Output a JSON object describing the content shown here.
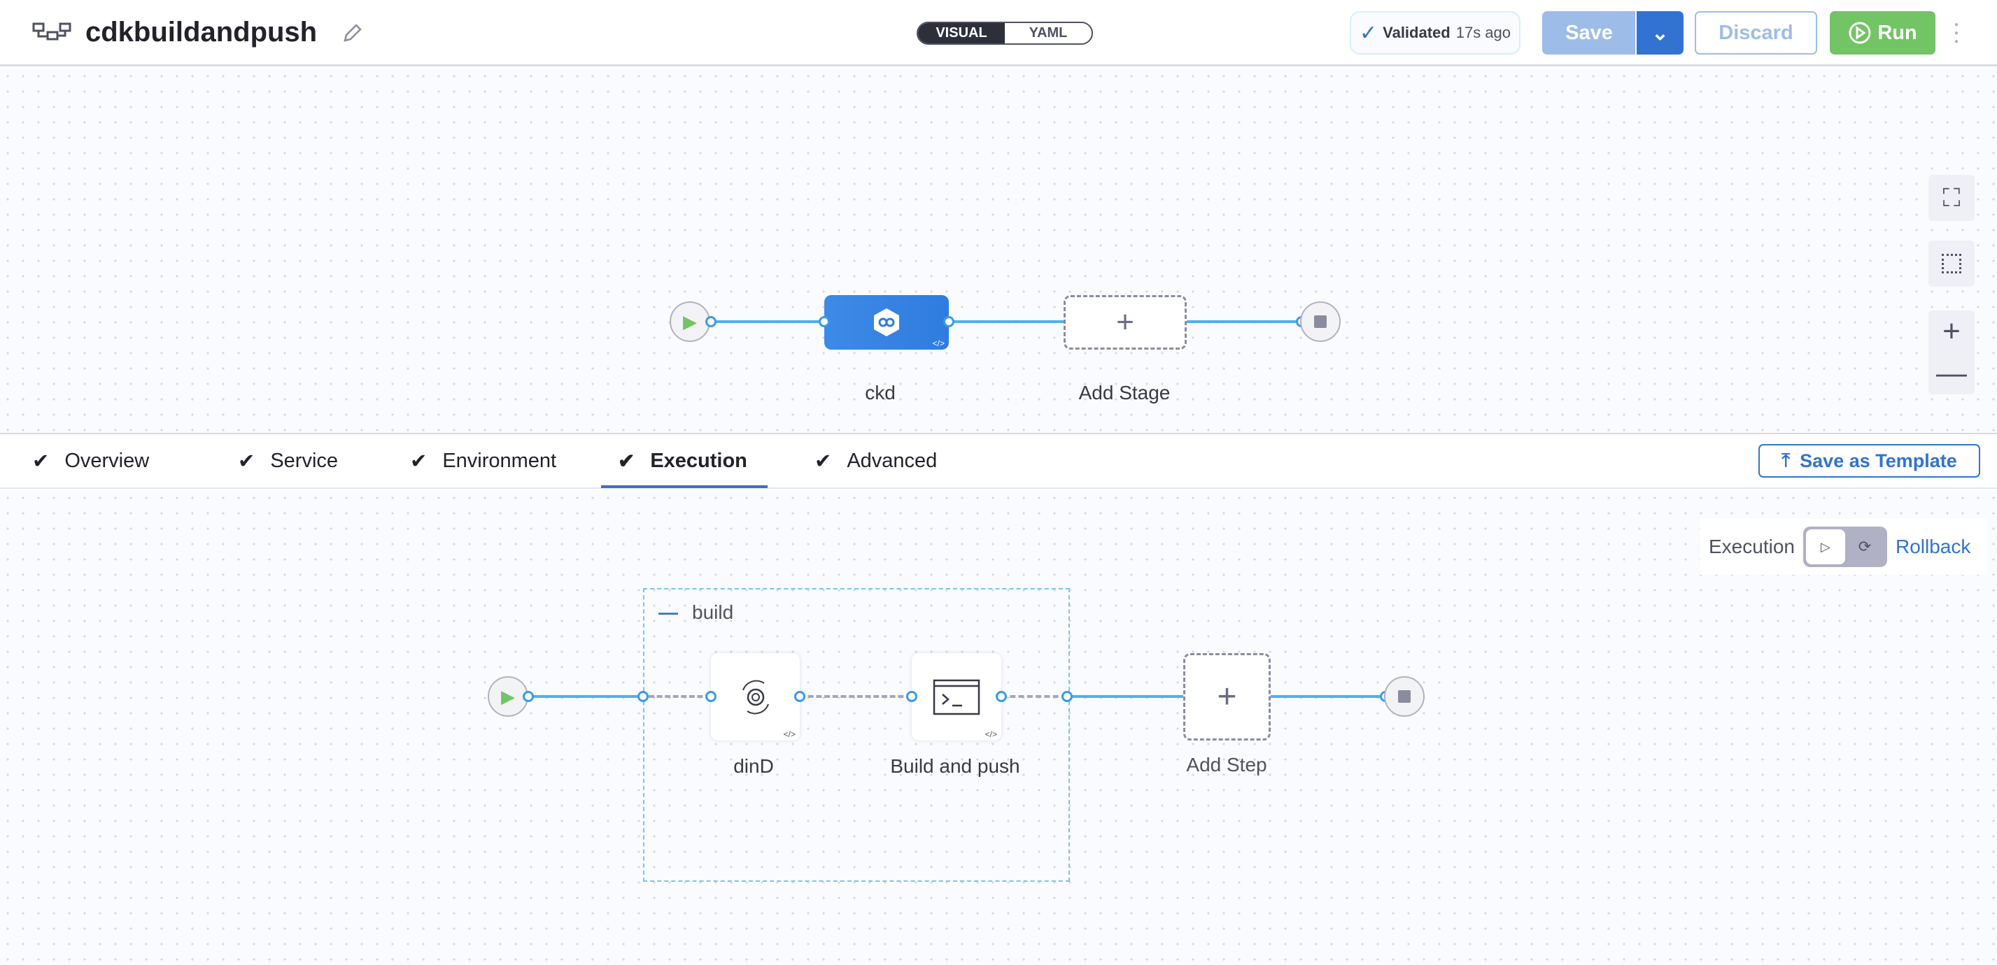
{
  "header": {
    "title": "cdkbuildandpush",
    "view_modes": [
      "VISUAL",
      "YAML"
    ],
    "active_view": "VISUAL",
    "validated_label": "Validated",
    "validated_time": "17s ago",
    "save_label": "Save",
    "discard_label": "Discard",
    "run_label": "Run"
  },
  "pipeline": {
    "stages": [
      {
        "name": "ckd"
      }
    ],
    "add_stage_label": "Add Stage"
  },
  "tabs": [
    {
      "label": "Overview",
      "done": true
    },
    {
      "label": "Service",
      "done": true
    },
    {
      "label": "Environment",
      "done": true
    },
    {
      "label": "Execution",
      "done": true,
      "active": true
    },
    {
      "label": "Advanced",
      "done": true
    }
  ],
  "save_template_label": "Save as Template",
  "execution": {
    "toggle_left": "Execution",
    "toggle_right": "Rollback",
    "group_name": "build",
    "steps": [
      {
        "name": "dinD"
      },
      {
        "name": "Build and push"
      }
    ],
    "add_step_label": "Add Step"
  },
  "colors": {
    "primary": "#3273d1",
    "run": "#72c464",
    "line": "#4fb0ef",
    "stage": "#3d8ae6"
  }
}
